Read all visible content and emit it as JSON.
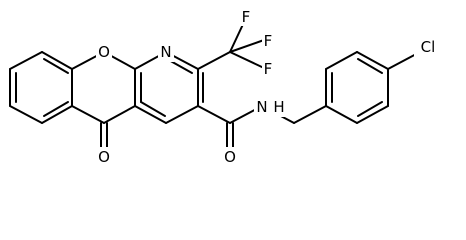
{
  "molecule": {
    "atoms": {
      "ring_oxygen": "O",
      "ring_nitrogen": "N",
      "fluorine_1": "F",
      "fluorine_2": "F",
      "fluorine_3": "F",
      "ketone_oxygen": "O",
      "amide_oxygen": "O",
      "amide_nitrogen": "N",
      "amide_hydrogen": "H",
      "chlorine": "Cl"
    }
  }
}
